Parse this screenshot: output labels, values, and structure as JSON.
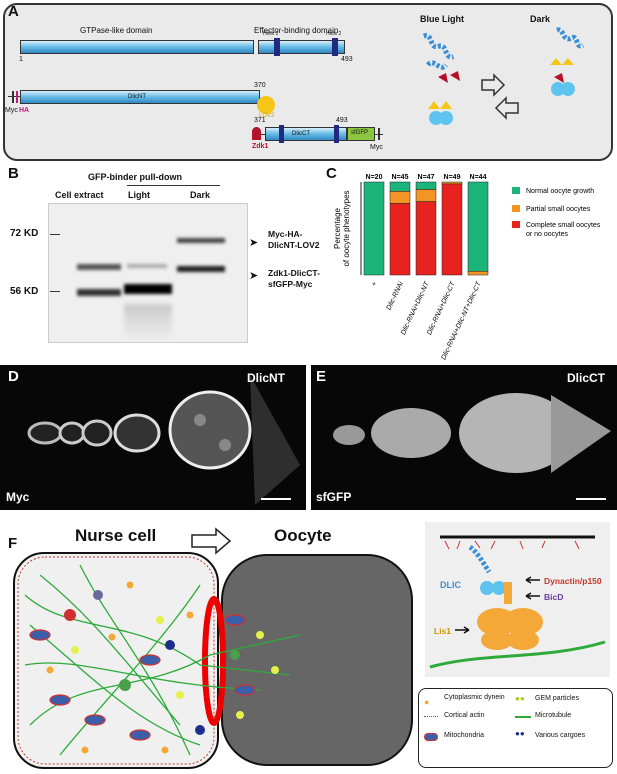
{
  "panels": {
    "A": {
      "label": "A",
      "full_domains": {
        "gtpase": "GTPase-like domain",
        "effector": "Effector-binding domain",
        "helix1": "Helix 1",
        "helix2": "Helix 2",
        "start": "1",
        "end": "493"
      },
      "nt_construct": {
        "tag1": "Myc",
        "tag2": "HA",
        "name": "DlicNT",
        "end": "370",
        "lov": "LOV2"
      },
      "ct_construct": {
        "start": "371",
        "name": "DlicCT",
        "end": "493",
        "tag": "sfGFP",
        "tag2": "Myc",
        "zdk": "Zdk1"
      },
      "blue_light": "Blue Light",
      "dark": "Dark"
    },
    "B": {
      "label": "B",
      "title": "GFP-binder pull-down",
      "lanes": [
        "Cell extract",
        "Light",
        "Dark"
      ],
      "markers": [
        "72 KD",
        "56 KD"
      ],
      "band1": {
        "line1": "Myc-HA-",
        "line2": "DlicNT-LOV2"
      },
      "band2": {
        "line1": "Zdk1-DlicCT-",
        "line2": "sfGFP-Myc"
      }
    },
    "C": {
      "label": "C"
    },
    "D": {
      "label": "D",
      "title": "DlicNT",
      "stain": "Myc"
    },
    "E": {
      "label": "E",
      "title": "DlicCT",
      "stain": "sfGFP"
    },
    "F": {
      "label": "F",
      "nurse": "Nurse cell",
      "oocyte": "Oocyte",
      "inset": {
        "dlic": "DLIC",
        "dynactin": "Dynactin/p150",
        "bicd": "BicD",
        "lis1": "Lis1"
      },
      "legend": {
        "dynein": "Cytoplasmic dynein",
        "gem": "GEM particles",
        "actin": "Cortical actin",
        "mt": "Microtubule",
        "mito": "Mitochondria",
        "cargo": "Various cargoes"
      }
    }
  },
  "chart_data": {
    "type": "bar",
    "stacked": true,
    "ylabel": "Percentage of oocyte phenotypes",
    "categories": [
      "+",
      "Dlic-RNAi",
      "Dlic-RNAi+Dlic-NT",
      "Dlic-RNAi+Dlic-CT",
      "Dlic-RNAi+Dlic-NT+Dlic-CT"
    ],
    "n_labels": [
      "N=20",
      "N=45",
      "N=47",
      "N=49",
      "N=44"
    ],
    "ylim": [
      0,
      100
    ],
    "series": [
      {
        "name": "Complete small oocytes or no oocytes",
        "color": "#e8221e",
        "values": [
          0,
          77,
          79,
          98,
          0
        ]
      },
      {
        "name": "Partial small oocytes",
        "color": "#f39524",
        "values": [
          0,
          13,
          13,
          2,
          4
        ]
      },
      {
        "name": "Normal oocyte growth",
        "color": "#1bb57a",
        "values": [
          100,
          10,
          8,
          0,
          96
        ]
      }
    ],
    "legend_position": "right"
  }
}
